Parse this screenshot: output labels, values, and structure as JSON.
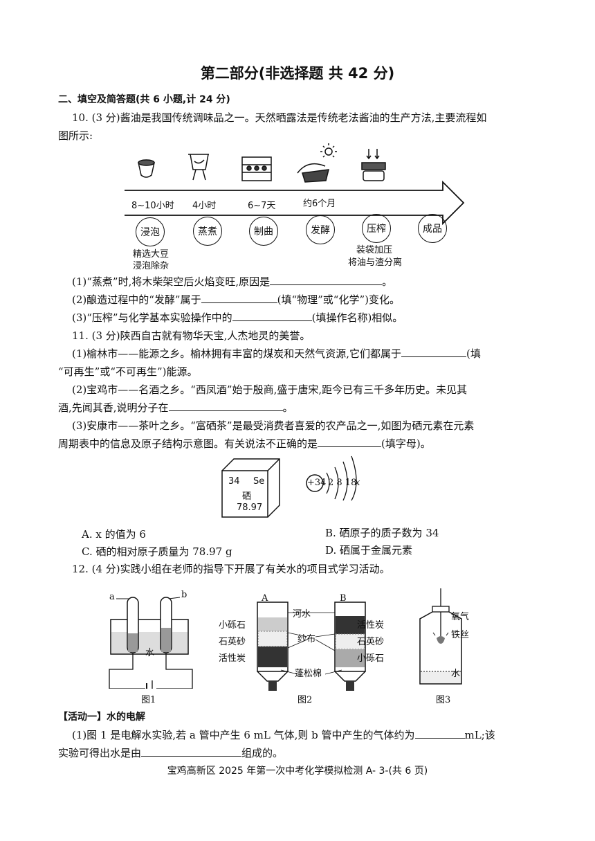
{
  "title": "第二部分(非选择题   共 42 分)",
  "section": "二、填空及简答题(共 6 小题,计 24 分)",
  "q10": {
    "stem1": "10. (3 分)酱油是我国传统调味品之一。天然晒露法是传统老法酱油的生产方法,主要流程如",
    "stem2": "图所示:",
    "durations": [
      "8~10小时",
      "4小时",
      "6~7天",
      "约6个月"
    ],
    "steps": [
      "浸泡",
      "蒸煮",
      "制曲",
      "发酵",
      "压榨",
      "成品"
    ],
    "note_soak": [
      "精选大豆",
      "浸泡除杂"
    ],
    "note_press": [
      "装袋加压",
      "将油与渣分离"
    ],
    "p1_a": "(1)“蒸煮”时,将木柴架空后火焰变旺,原因是",
    "p1_b": "。",
    "p2_a": "(2)酿造过程中的“发酵”属于",
    "p2_b": "(填“物理”或“化学”)变化。",
    "p3_a": "(3)“压榨”与化学基本实验操作中的",
    "p3_b": "(填操作名称)相似。"
  },
  "q11": {
    "stem": "11. (3 分)陕西自古就有物华天宝,人杰地灵的美誉。",
    "p1_a": "(1)榆林市——能源之乡。榆林拥有丰富的煤炭和天然气资源,它们都属于",
    "p1_b": "(填",
    "p1_c": "“可再生”或“不可再生”)能源。",
    "p2_a": "(2)宝鸡市——名酒之乡。“西凤酒”始于殷商,盛于唐宋,距今已有三千多年历史。未见其",
    "p2_b": "酒,先闻其香,说明分子在",
    "p2_c": "。",
    "p3_a": "(3)安康市——茶叶之乡。“富硒茶”是最受消费者喜爱的农产品之一,如图为硒元素在元素",
    "p3_b": "周期表中的信息及原子结构示意图。有关说法不正确的是",
    "p3_c": "(填字母)。",
    "element": {
      "number": "34",
      "symbol": "Se",
      "name": "硒",
      "mass": "78.97"
    },
    "atom": {
      "nucleus": "+34",
      "shells": "2 8 18",
      "last": "x"
    },
    "options": {
      "A": "A. x 的值为 6",
      "B": "B. 硒原子的质子数为 34",
      "C": "C. 硒的相对原子质量为 78.97 g",
      "D": "D. 硒属于金属元素"
    }
  },
  "q12": {
    "stem": "12. (4 分)实践小组在老师的指导下开展了有关水的项目式学习活动。",
    "fig1": {
      "a": "a",
      "b": "b",
      "water": "水",
      "caption": "图1"
    },
    "fig2": {
      "A": "A",
      "B": "B",
      "left_labels": [
        "小砾石",
        "石英砂",
        "活性炭"
      ],
      "right_labels": [
        "活性炭",
        "石英砂",
        "小砾石"
      ],
      "river": "河水",
      "gauze": "纱布",
      "cotton": "蓬松棉",
      "caption": "图2"
    },
    "fig3": {
      "oxygen": "氧气",
      "wire": "铁丝",
      "water": "水",
      "caption": "图3"
    },
    "activity1": "【活动一】水的电解",
    "p1_a": "(1)图 1 是电解水实验,若 a 管中产生 6 mL 气体,则 b 管中产生的气体约为",
    "p1_b": "mL;该",
    "p1_c": "实验可得出水是由",
    "p1_d": "组成的。"
  },
  "footer": "宝鸡高新区 2025 年第一次中考化学模拟检测 A- 3-(共 6 页)"
}
